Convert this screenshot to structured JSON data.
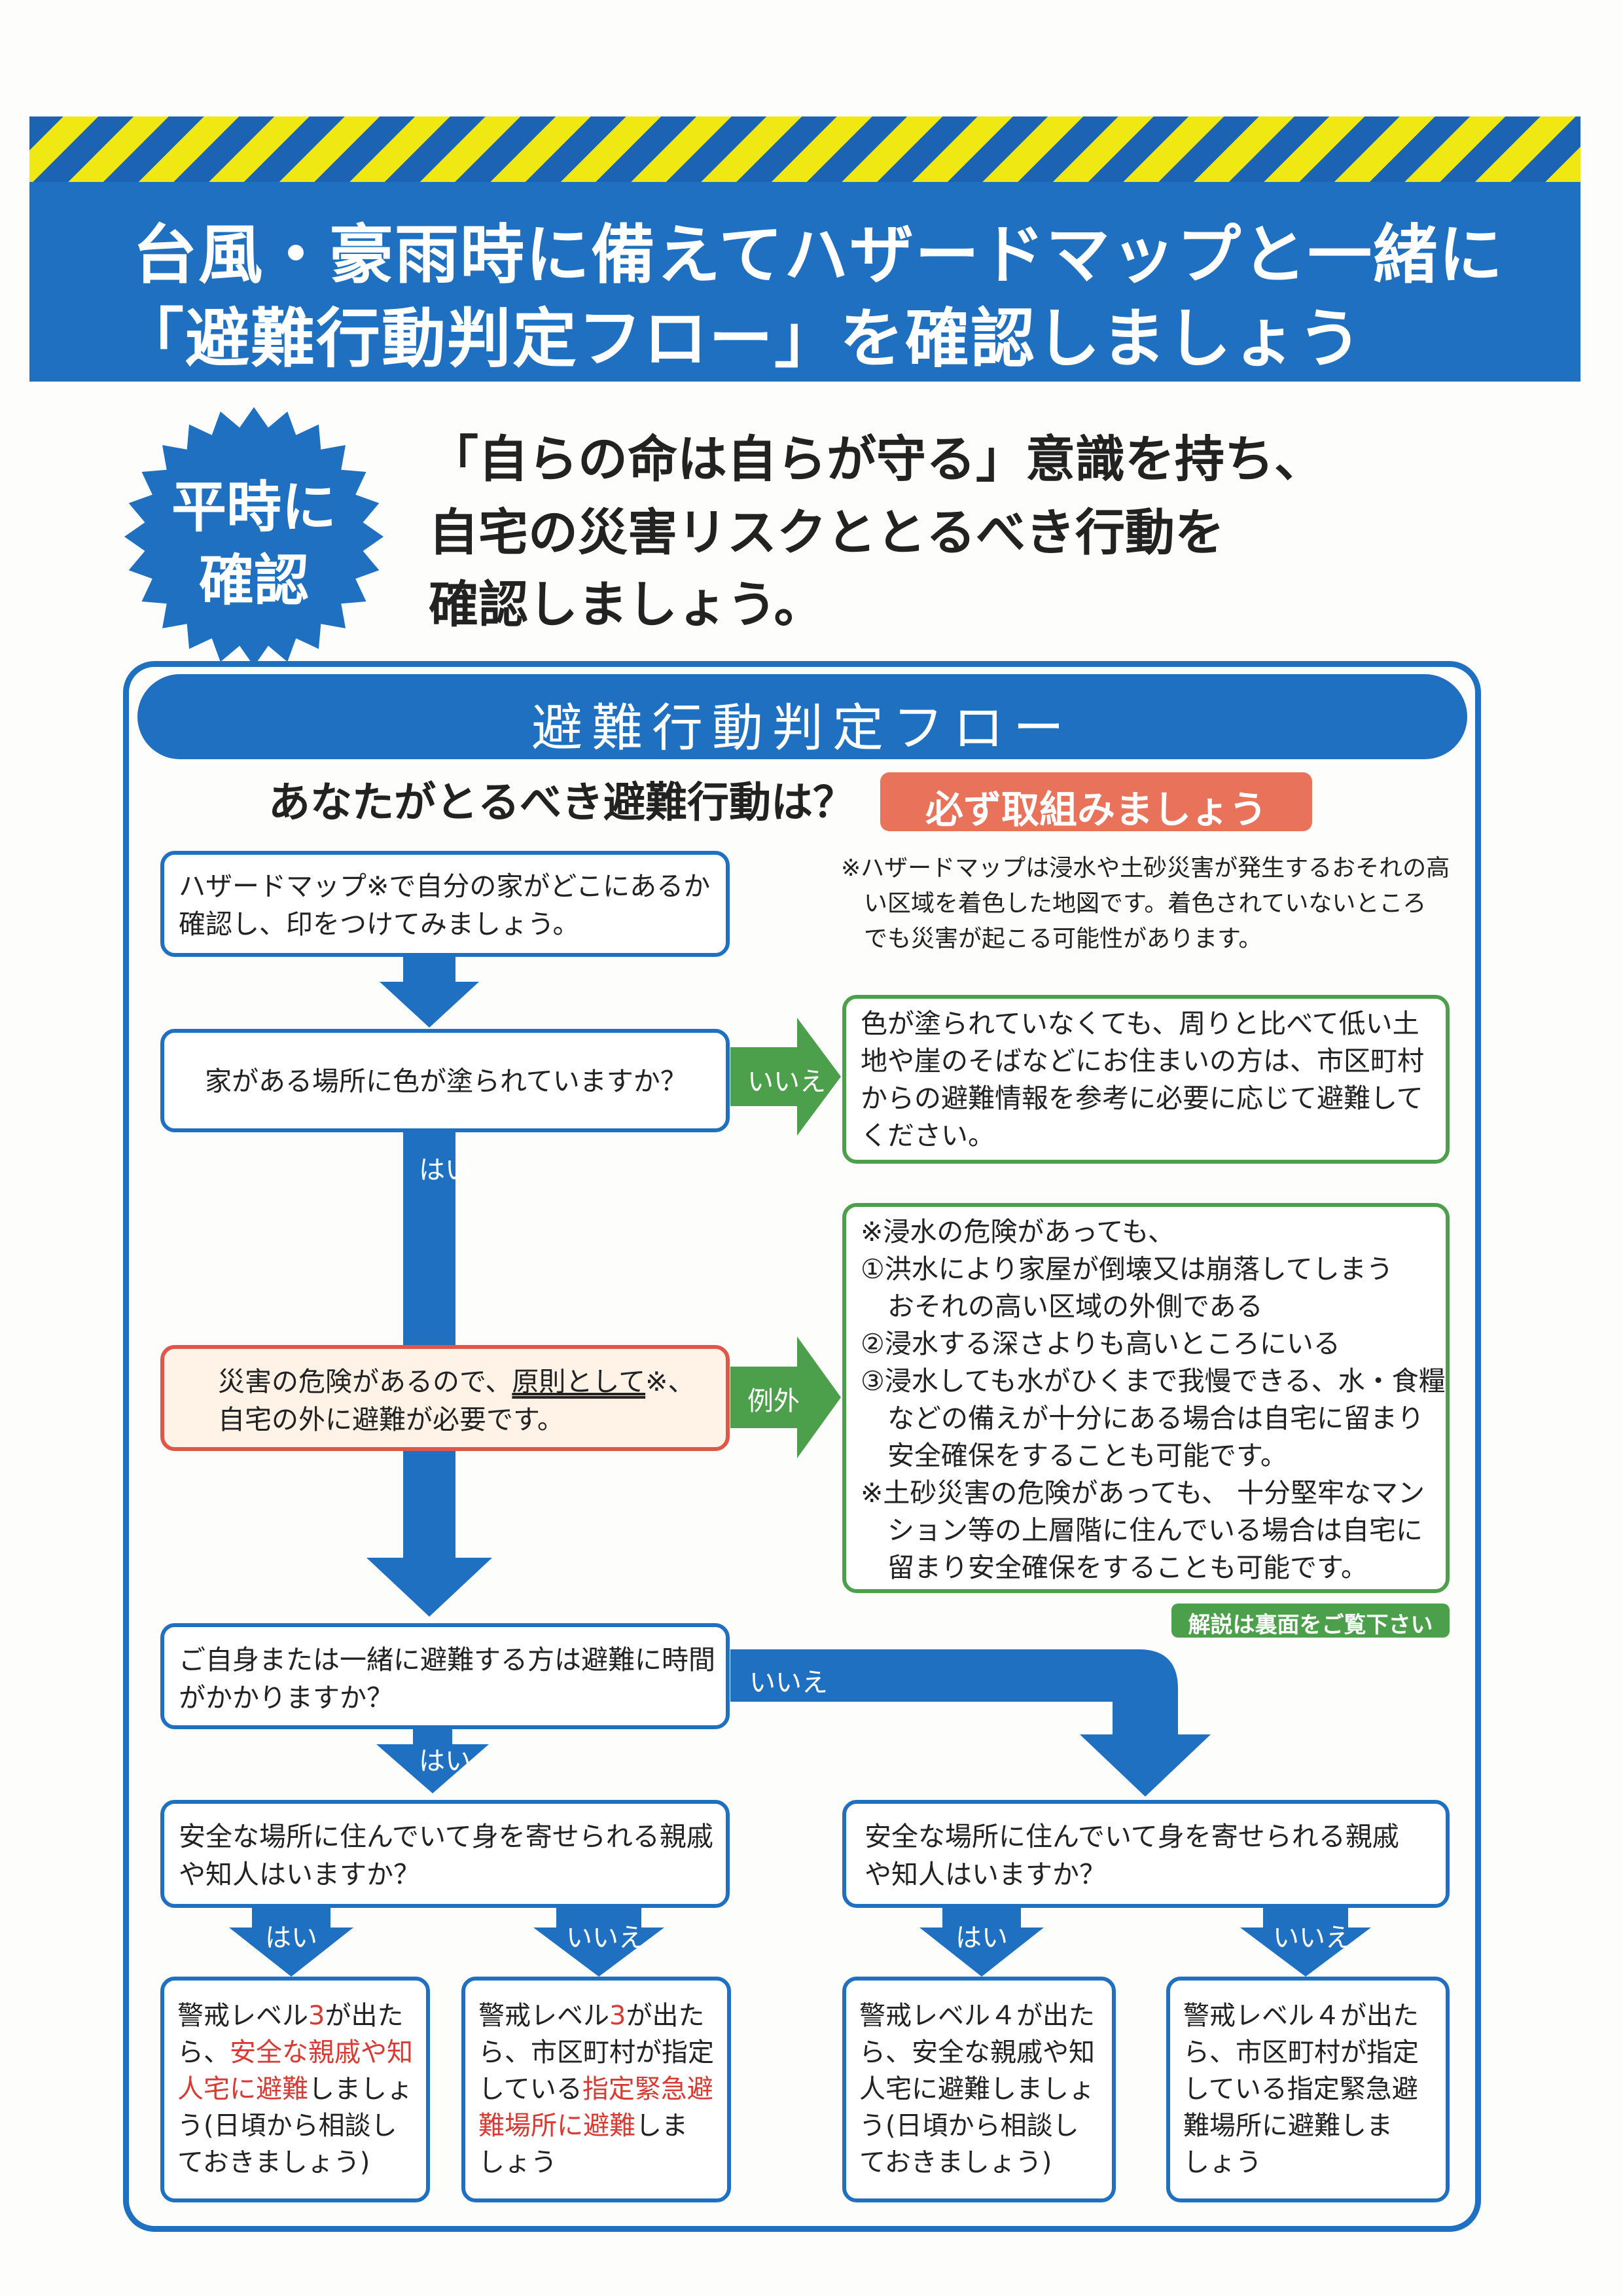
{
  "colors": {
    "blue": "#1f70c1",
    "yellow": "#f0e812",
    "green": "#4da04b",
    "red": "#e0574a",
    "pill_orange": "#e8735a"
  },
  "header": {
    "line1": "台風・豪雨時に備えてハザードマップと一緒に",
    "line2": "「避難行動判定フロー」を確認しましょう"
  },
  "badge": {
    "line1": "平時に",
    "line2": "確認"
  },
  "intro": {
    "line1": "「自らの命は自らが守る」意識を持ち、",
    "line2": "自宅の災害リスクととるべき行動を",
    "line3": "確認しましょう。"
  },
  "flow": {
    "title": "避難行動判定フロー",
    "question": "あなたがとるべき避難行動は？",
    "pill": "必ず取組みましょう",
    "step1": {
      "line1": "ハザードマップ※で自分の家がどこにあるか",
      "line2": "確認し、印をつけてみましょう。"
    },
    "hazard_note": {
      "line1": "※ハザードマップは浸水や土砂災害が発生するおそれの高",
      "line2": "い区域を着色した地図です。着色されていないところ",
      "line3": "でも災害が起こる可能性があります。"
    },
    "step2": {
      "text": "家がある場所に色が塗られていますか？"
    },
    "label_no1": "いいえ",
    "no_box": {
      "line1": "色が塗られていなくても、周りと比べて低い土",
      "line2": "地や崖のそばなどにお住まいの方は、市区町村",
      "line3": "からの避難情報を参考に必要に応じて避難して",
      "line4": "ください。"
    },
    "label_yes1": "はい",
    "step3": {
      "line1_a": "災害の危険があるので、",
      "line1_b": "原則として",
      "line1_c": "※、",
      "line2": "自宅の外に避難が必要です。"
    },
    "label_exception": "例外",
    "exception_box": {
      "line1": "※浸水の危険があっても、",
      "line2": "①洪水により家屋が倒壊又は崩落してしまう",
      "line3": "　おそれの高い区域の外側である",
      "line4": "②浸水する深さよりも高いところにいる",
      "line5": "③浸水しても水がひくまで我慢できる、水・食糧",
      "line6": "　などの備えが十分にある場合は自宅に留まり",
      "line7": "　安全確保をすることも可能です。",
      "line8": "※土砂災害の危険があっても、 十分堅牢なマン",
      "line9": "　ション等の上層階に住んでいる場合は自宅に",
      "line10": "　留まり安全確保をすることも可能です。"
    },
    "see_back": "解説は裏面をご覧下さい",
    "step4": {
      "line1": "ご自身または一緒に避難する方は避難に時間",
      "line2": "がかかりますか？"
    },
    "label_no2": "いいえ",
    "label_yes2": "はい",
    "step5_left": {
      "line1": "安全な場所に住んでいて身を寄せられる親戚",
      "line2": "や知人はいますか？"
    },
    "step5_right": {
      "line1": "安全な場所に住んでいて身を寄せられる親戚",
      "line2": "や知人はいますか？"
    },
    "label_yes3": "はい",
    "label_no3": "いいえ",
    "label_yes4": "はい",
    "label_no4": "いいえ",
    "result1": {
      "l1_a": "警戒レベル",
      "l1_b": "3",
      "l1_c": "が出た",
      "l2_a": "ら、",
      "l2_b": "安全な親戚や知",
      "l3_a": "人宅に避難",
      "l3_b": "しましょ",
      "l4": "う(日頃から相談し",
      "l5": "ておきましょう)"
    },
    "result2": {
      "l1_a": "警戒レベル",
      "l1_b": "3",
      "l1_c": "が出た",
      "l2": "ら、市区町村が指定",
      "l3_a": "している",
      "l3_b": "指定緊急避",
      "l4_a": "難場所に避難",
      "l4_b": "しま",
      "l5": "しょう"
    },
    "result3": {
      "l1": "警戒レベル４が出た",
      "l2": "ら、安全な親戚や知",
      "l3": "人宅に避難しましょ",
      "l4": "う(日頃から相談し",
      "l5": "ておきましょう)"
    },
    "result4": {
      "l1": "警戒レベル４が出た",
      "l2": "ら、市区町村が指定",
      "l3": "している指定緊急避",
      "l4": "難場所に避難しま",
      "l5": "しょう"
    }
  }
}
